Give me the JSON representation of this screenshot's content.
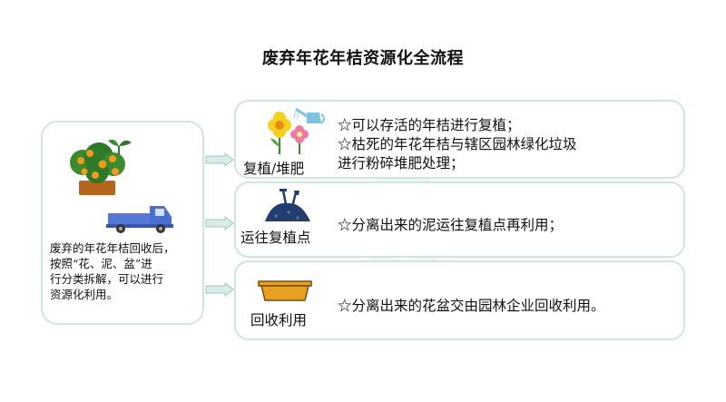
{
  "title": "废弃年花年桔资源化全流程",
  "left": {
    "text_lines": [
      "废弃的年花年桔回收后，",
      "按照“花、泥、盆”进",
      "行分类拆解，可以进行",
      "资源化利用。"
    ]
  },
  "steps": [
    {
      "label": "复植/堆肥",
      "lines": [
        "☆可以存活的年桔进行复植；",
        "☆枯死的年花年桔与辖区园林绿化垃圾",
        "进行粉碎堆肥处理；"
      ]
    },
    {
      "label": "运往复植点",
      "lines": [
        "☆分离出来的泥运往复植点再利用；"
      ]
    },
    {
      "label": "回收利用",
      "lines": [
        "☆分离出来的花盆交由园林企业回收利用。"
      ]
    }
  ],
  "icons": [
    "orange-tree-pot-icon",
    "truck-icon",
    "flower-watering-can-icon",
    "soil-shovel-icon",
    "planter-tray-icon"
  ],
  "colors": {
    "border": "#cfe5e0",
    "arrow": "#cfe5e0",
    "pot": "#e8a020",
    "truck": "#4a6fcf"
  }
}
